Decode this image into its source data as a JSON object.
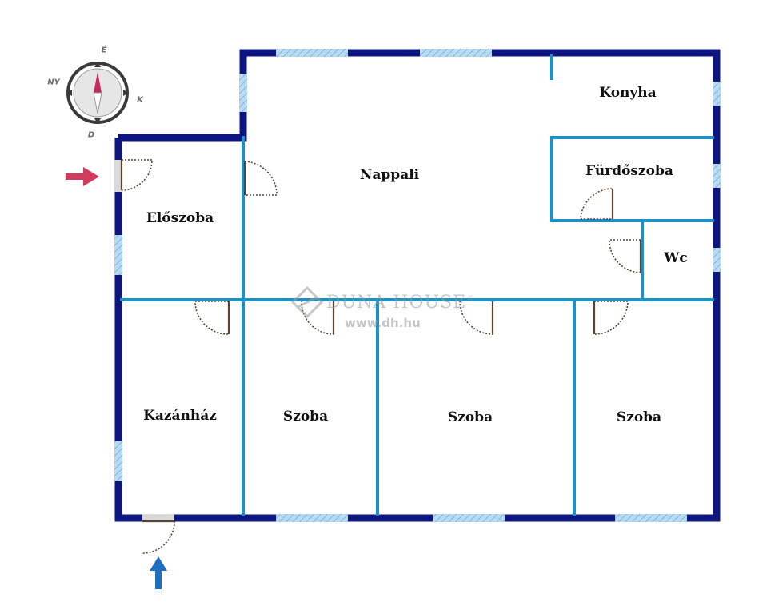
{
  "rooms": {
    "nappali": "Nappali",
    "konyha": "Konyha",
    "furdoszoba": "Fürdőszoba",
    "wc": "Wc",
    "eloszoba": "Előszoba",
    "kazanhaz": "Kazánház",
    "szoba1": "Szoba",
    "szoba2": "Szoba",
    "szoba3": "Szoba"
  },
  "compass": {
    "north": "É",
    "east": "K",
    "south": "D",
    "west": "NY"
  },
  "watermark": {
    "brand": "DUNA HOUSE",
    "registered": "®",
    "url": "www.dh.hu"
  },
  "colors": {
    "outer_wall": "#0d1680",
    "inner_wall": "#1e90c8",
    "window": "#a8d0ec",
    "entry_arrow": "#d23b5e",
    "entry_arrow_bottom": "#1e6fbf",
    "compass_needle": "#c8285a"
  },
  "icons": {
    "entrance_arrow_left": "arrow-right-icon",
    "entrance_arrow_bottom": "arrow-up-icon",
    "compass": "compass-icon"
  }
}
